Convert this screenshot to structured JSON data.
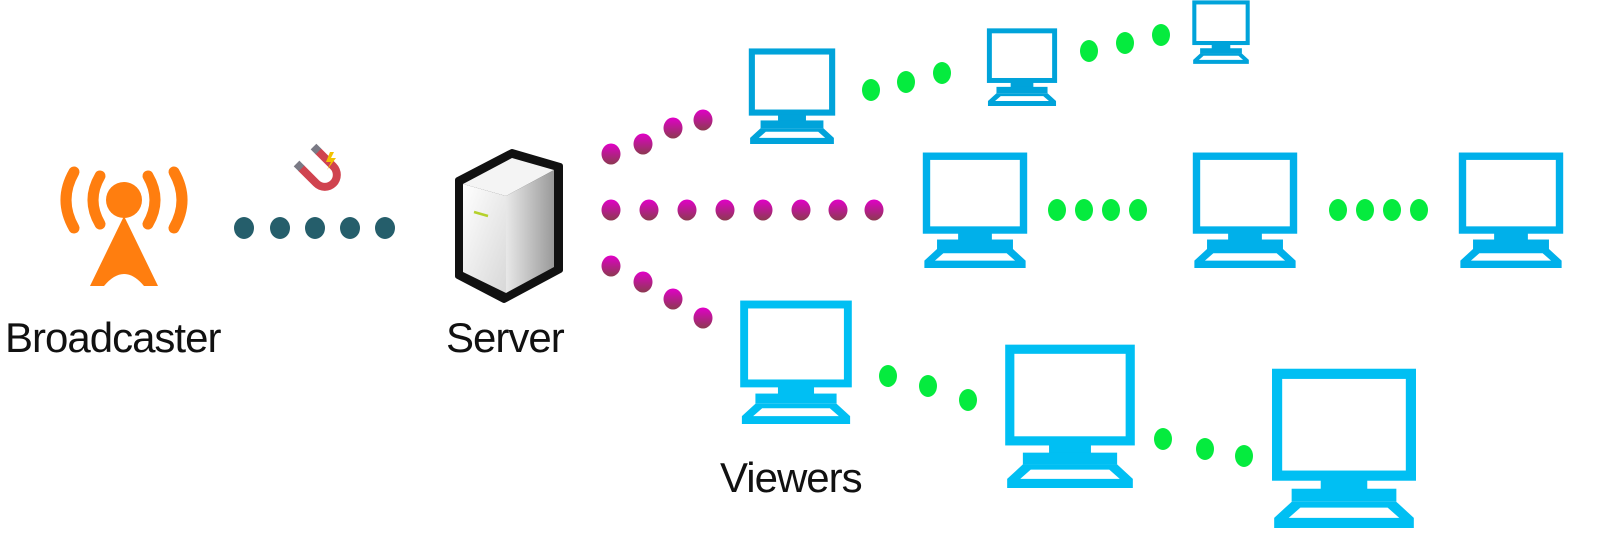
{
  "labels": {
    "broadcaster": "Broadcaster",
    "server": "Server",
    "viewers": "Viewers"
  },
  "colors": {
    "broadcaster_orange": "#FF7E0F",
    "ingest_dots": "#255E6B",
    "magnet_red": "#D0434F",
    "server_dots_top": "#E100C8",
    "server_dots_bottom": "#8B3A50",
    "peer_dots": "#05EB3E",
    "monitor_blue_dark": "#00A3DA",
    "monitor_blue_light": "#00BFF3"
  },
  "icons": {
    "broadcaster": "radio-tower-icon",
    "ingest": "magnet-icon",
    "server": "server-icon",
    "viewer": "monitor-icon"
  },
  "connections": [
    {
      "from": "broadcaster",
      "to": "server",
      "type": "ingest",
      "dots": 5
    },
    {
      "from": "server",
      "to": "viewer-1",
      "type": "server",
      "dots": 4
    },
    {
      "from": "server",
      "to": "viewer-4",
      "type": "server",
      "dots": 8
    },
    {
      "from": "server",
      "to": "viewer-7",
      "type": "server",
      "dots": 4
    },
    {
      "from": "viewer-1",
      "to": "viewer-2",
      "type": "peer",
      "dots": 3
    },
    {
      "from": "viewer-2",
      "to": "viewer-3",
      "type": "peer",
      "dots": 3
    },
    {
      "from": "viewer-4",
      "to": "viewer-5",
      "type": "peer",
      "dots": 4
    },
    {
      "from": "viewer-5",
      "to": "viewer-6",
      "type": "peer",
      "dots": 4
    },
    {
      "from": "viewer-7",
      "to": "viewer-8",
      "type": "peer",
      "dots": 3
    },
    {
      "from": "viewer-8",
      "to": "viewer-9",
      "type": "peer",
      "dots": 3
    }
  ]
}
